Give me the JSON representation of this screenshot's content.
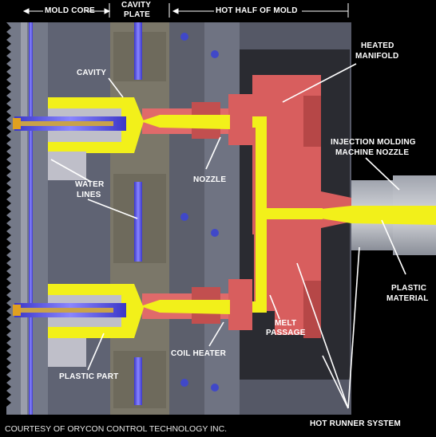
{
  "header": {
    "mold_core": "MOLD CORE",
    "cavity_plate_line1": "CAVITY",
    "cavity_plate_line2": "PLATE",
    "hot_half": "HOT HALF OF MOLD"
  },
  "labels": {
    "cavity": "CAVITY",
    "heated_manifold_line1": "HEATED",
    "heated_manifold_line2": "MANIFOLD",
    "nozzle": "NOZZLE",
    "water_lines_line1": "WATER",
    "water_lines_line2": "LINES",
    "injection_line1": "INJECTION MOLDING",
    "injection_line2": "MACHINE NOZZLE",
    "plastic_material_line1": "PLASTIC",
    "plastic_material_line2": "MATERIAL",
    "melt_passage_line1": "MELT",
    "melt_passage_line2": "PASSAGE",
    "coil_heater": "COIL HEATER",
    "plastic_part": "PLASTIC PART",
    "hot_runner_system": "HOT RUNNER SYSTEM"
  },
  "credit": "COURTESY OF ORYCON CONTROL TECHNOLOGY INC.",
  "colors": {
    "background": "#000000",
    "plastic": "#f2f01a",
    "manifold": "#d85e5e",
    "steel": "#6f7483",
    "water": "#5a55e8",
    "part": "#bfbfc9"
  }
}
